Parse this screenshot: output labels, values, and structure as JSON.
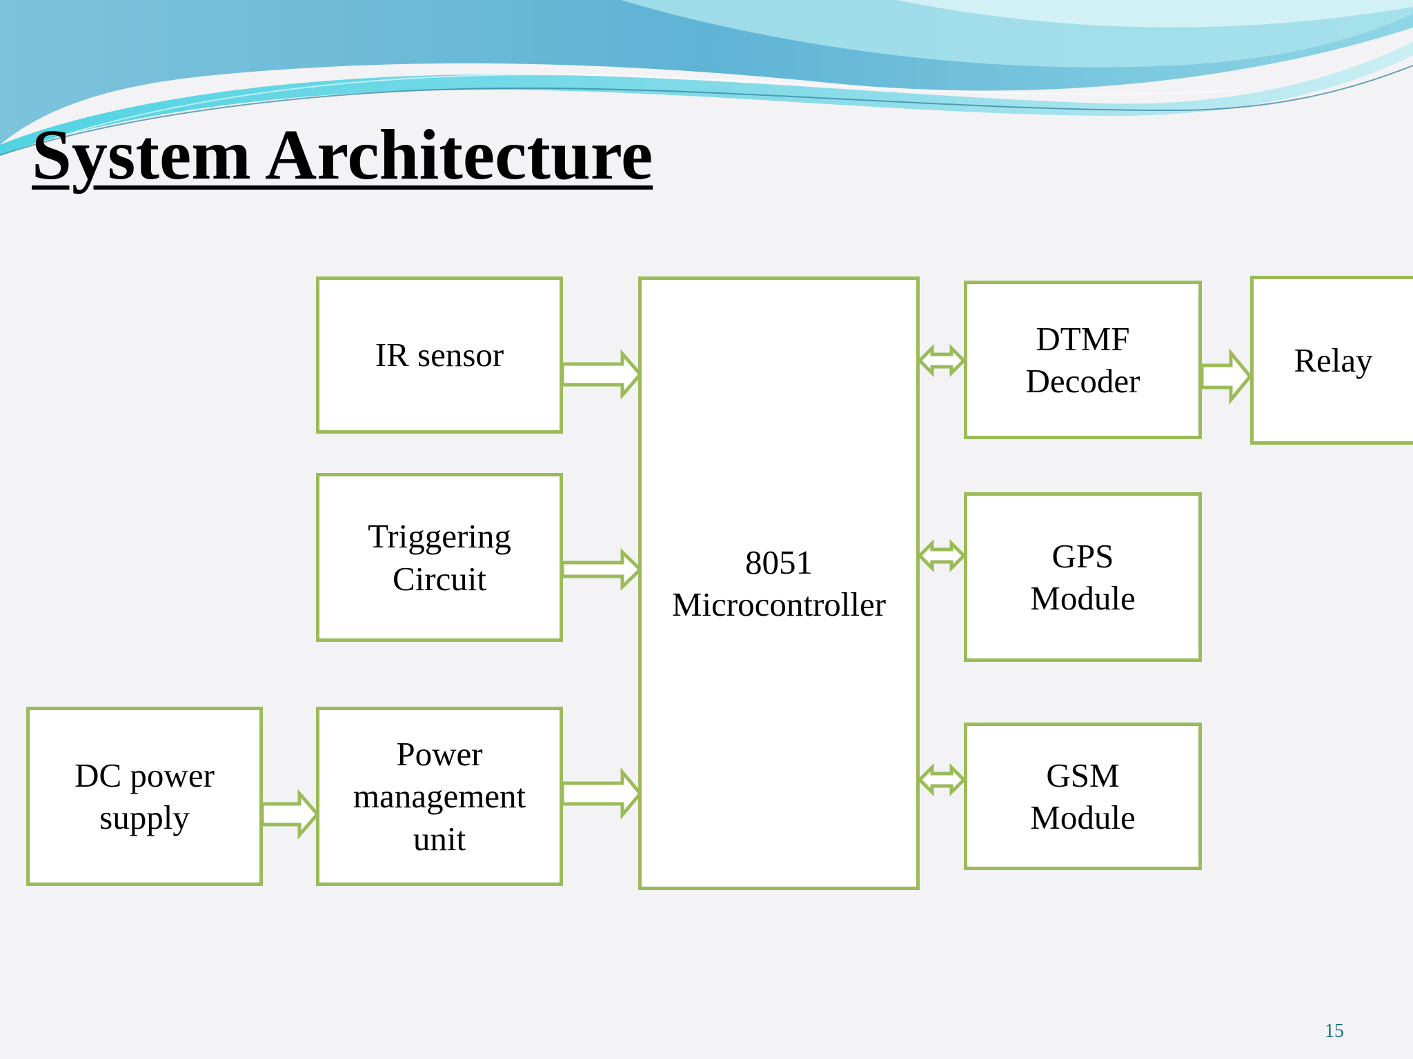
{
  "slide": {
    "title": "System Architecture",
    "page_number": "15"
  },
  "blocks": {
    "ir_sensor": "IR sensor",
    "triggering_circuit": "Triggering\nCircuit",
    "dc_power_supply": "DC power\nsupply",
    "power_management_unit": "Power\nmanagement\nunit",
    "microcontroller": "8051\nMicrocontroller",
    "dtmf_decoder": "DTMF\nDecoder",
    "relay": "Relay",
    "gps_module": "GPS\nModule",
    "gsm_module": "GSM\nModule"
  },
  "colors": {
    "box_border": "#9bbb59",
    "arrow": "#9bbb59",
    "banner_teal": "#48c6d8",
    "banner_blue": "#6fb6d6",
    "page_number": "#1f6f87"
  }
}
